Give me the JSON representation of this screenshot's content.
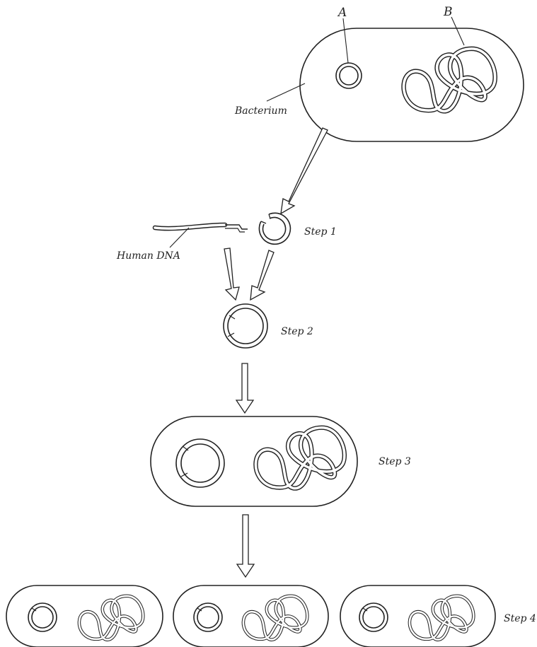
{
  "labels": {
    "A": "A",
    "B": "B",
    "bacterium": "Bacterium",
    "human_dna": "Human DNA",
    "step1": "Step 1",
    "step2": "Step 2",
    "step3": "Step 3",
    "step4": "Step 4"
  },
  "colors": {
    "stroke": "#222222",
    "background": "#ffffff"
  }
}
